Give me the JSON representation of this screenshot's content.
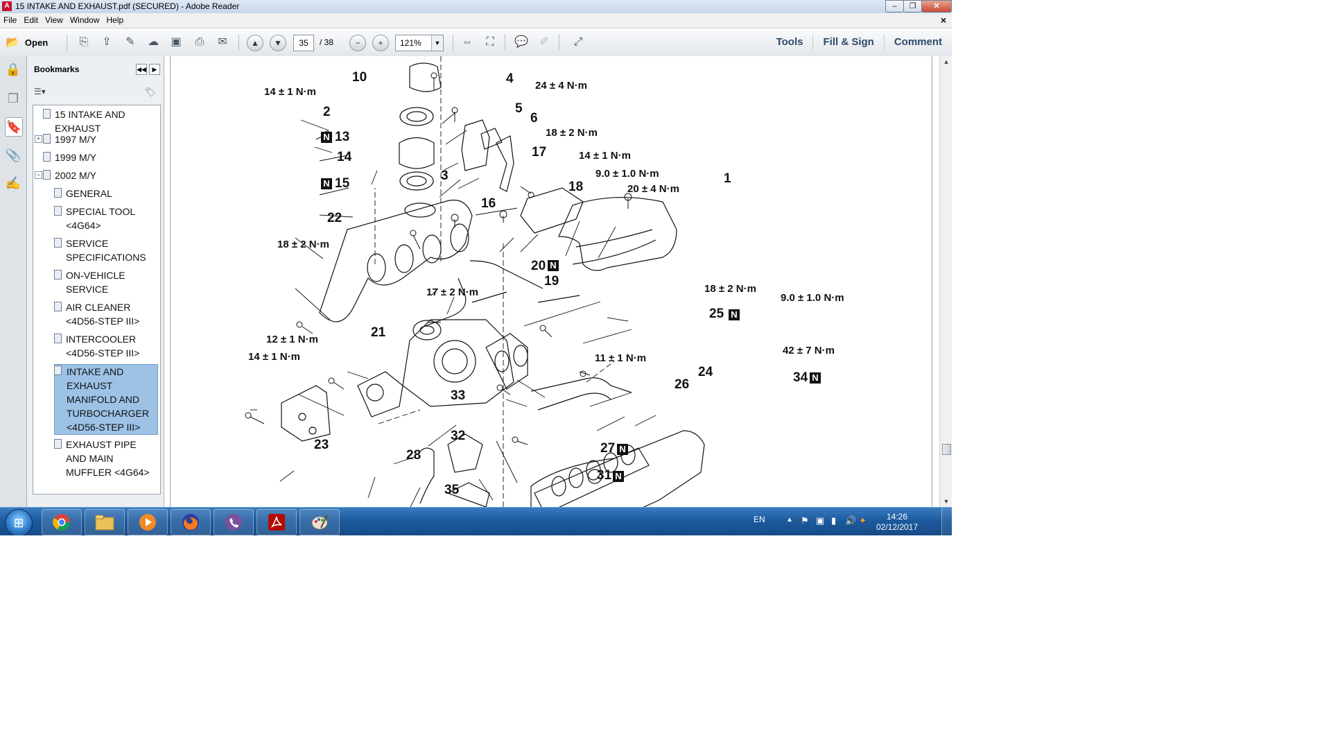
{
  "window": {
    "title": "15 INTAKE AND EXHAUST.pdf (SECURED) - Adobe Reader",
    "app_icon": "adobe-reader-icon",
    "controls": {
      "minimize": "‒",
      "maximize": "❐",
      "close": "✕"
    }
  },
  "menu": {
    "items": [
      "File",
      "Edit",
      "View",
      "Window",
      "Help"
    ],
    "doc_close": "×"
  },
  "toolbar": {
    "open_label": "Open",
    "page_current": "35",
    "page_total": "/ 38",
    "zoom": "121%",
    "tools_label": "Tools",
    "fill_sign_label": "Fill & Sign",
    "comment_label": "Comment"
  },
  "bookmarks": {
    "header": "Bookmarks",
    "items": [
      {
        "label": "15 INTAKE AND\nEXHAUST",
        "level": 0
      },
      {
        "label": "1997 M/Y",
        "level": 0,
        "expander": "+"
      },
      {
        "label": "1999 M/Y",
        "level": 0
      },
      {
        "label": "2002 M/Y",
        "level": 0,
        "expander": "−"
      },
      {
        "label": "GENERAL",
        "level": 1
      },
      {
        "label": "SPECIAL TOOL\n<4G64>",
        "level": 1
      },
      {
        "label": "SERVICE\nSPECIFICATIONS",
        "level": 1
      },
      {
        "label": "ON-VEHICLE\nSERVICE",
        "level": 1
      },
      {
        "label": "AIR CLEANER\n<4D56-STEP III>",
        "level": 1
      },
      {
        "label": "INTERCOOLER\n<4D56-STEP III>",
        "level": 1
      },
      {
        "label": "INTAKE AND\nEXHAUST\nMANIFOLD AND\nTURBOCHARGER\n<4D56-STEP III>",
        "level": 1,
        "selected": true
      },
      {
        "label": "EXHAUST PIPE\nAND MAIN\nMUFFLER <4G64>",
        "level": 1
      }
    ]
  },
  "diagram_labels": {
    "l1": "14 ± 1 N·m",
    "l2": "10",
    "l3": "2",
    "l4": "13",
    "l5": "14",
    "l6": "15",
    "l7": "22",
    "l8": "18 ± 2 N·m",
    "l9": "3",
    "l10": "4",
    "l11": "24 ± 4 N·m",
    "l12": "5",
    "l13": "6",
    "l14": "18 ± 2 N·m",
    "l15": "17",
    "l16": "14 ± 1 N·m",
    "l17": "9.0 ± 1.0 N·m",
    "l18": "20 ± 4 N·m",
    "l19": "1",
    "l20": "18",
    "l21": "16",
    "l22": "20",
    "l23": "19",
    "l24": "17 ± 2 N·m",
    "l25": "18 ± 2 N·m",
    "l26": "9.0 ± 1.0 N·m",
    "l27": "25",
    "l28": "21",
    "l29": "12 ± 1 N·m",
    "l30": "14 ± 1 N·m",
    "l31": "11 ± 1 N·m",
    "l32": "42 ± 7 N·m",
    "l33": "24",
    "l34": "26",
    "l35": "34",
    "l36": "33",
    "l37": "23",
    "l38": "28",
    "l39": "32",
    "l40": "27",
    "l41": "31",
    "l42": "35",
    "badge": "N"
  },
  "tray": {
    "language": "EN",
    "time": "14:26",
    "date": "02/12/2017"
  },
  "taskbar": {
    "apps": [
      "chrome-icon",
      "file-explorer-icon",
      "media-player-icon",
      "firefox-icon",
      "viber-icon",
      "adobe-reader-icon",
      "paint-icon"
    ]
  },
  "colors": {
    "selection": "#9dc2e6",
    "taskbar": "#1d5a9e",
    "accent_text": "#2b4a6b"
  }
}
